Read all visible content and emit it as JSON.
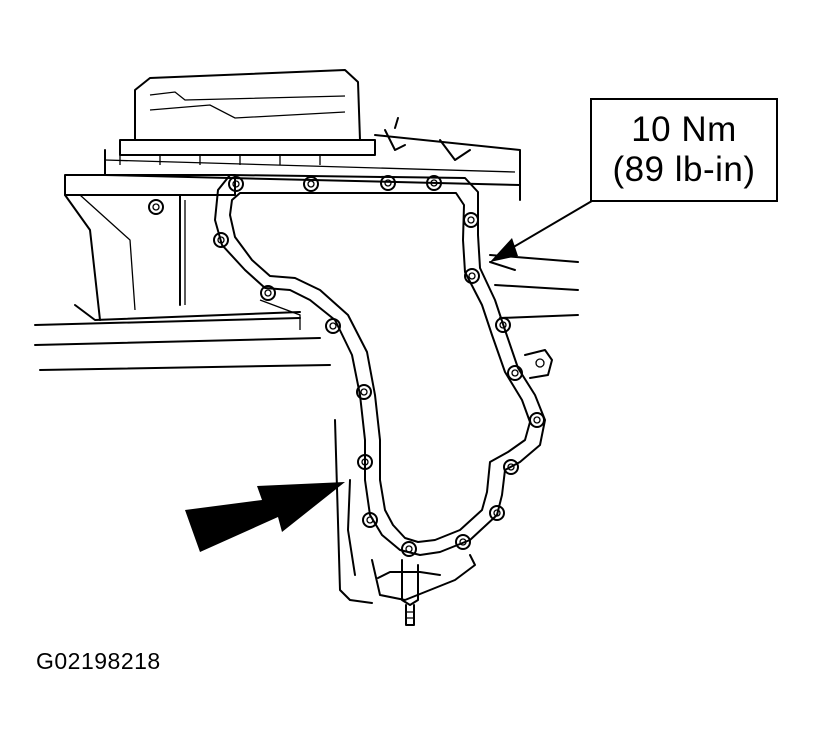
{
  "callout": {
    "torque_nm": "10 Nm",
    "torque_lbin": "(89 lb-in)"
  },
  "figure_id": "G02198218",
  "colors": {
    "ink": "#000000",
    "background": "#ffffff"
  },
  "icons": {
    "direction_arrow": "filled-arrow-icon",
    "leader_arrow": "leader-arrow-icon"
  }
}
